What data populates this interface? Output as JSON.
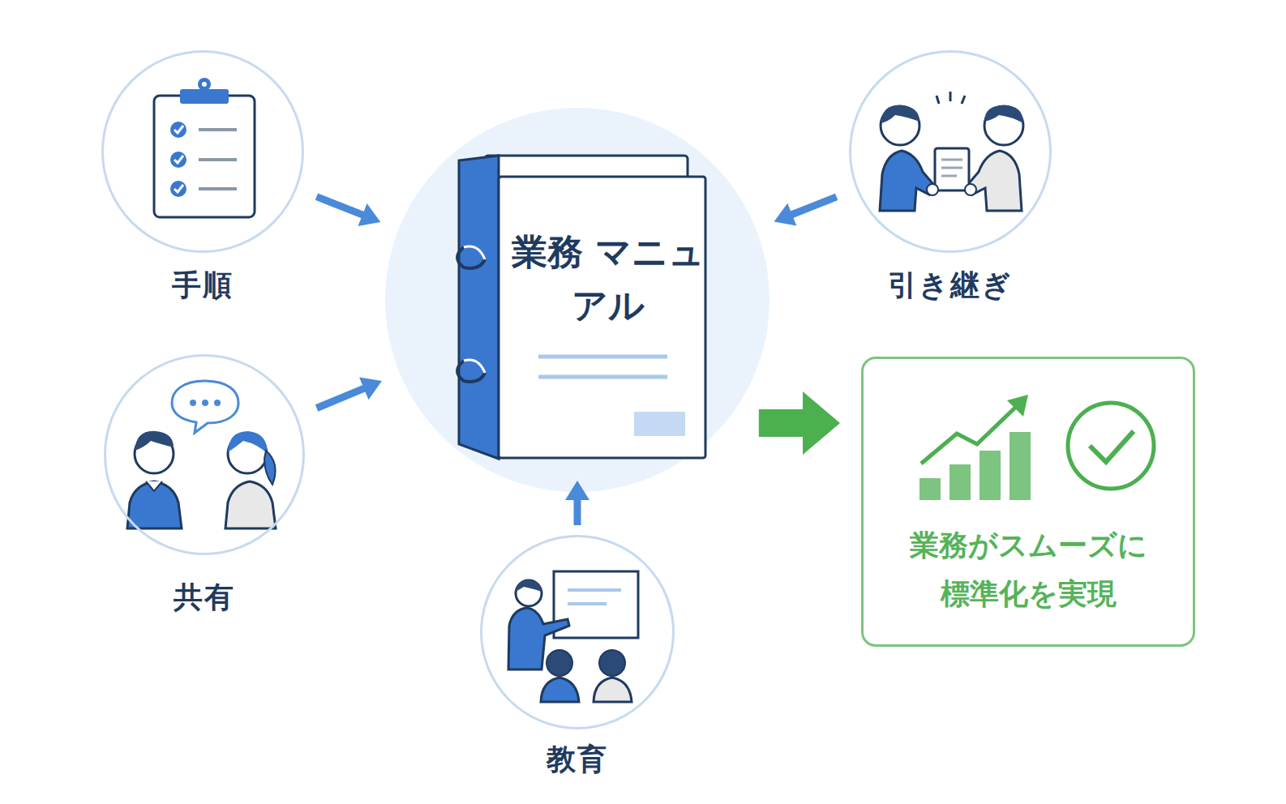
{
  "diagram": {
    "nodes": [
      {
        "text": [
          "手順"
        ]
      },
      {
        "text": [
          "業務 マニュアル"
        ]
      },
      {
        "text": [
          "引き継ぎ"
        ]
      },
      {
        "text": [
          "共有"
        ]
      },
      {
        "text": [
          "業務がスムーズに 標準化を実現"
        ]
      },
      {
        "text": [
          "教育"
        ]
      }
    ],
    "edges": [
      {
        "from": 0,
        "to": 1,
        "arrow": "to"
      },
      {
        "from": 2,
        "to": 1,
        "arrow": "to"
      },
      {
        "from": 3,
        "to": 1,
        "arrow": "to"
      },
      {
        "from": 5,
        "to": 1,
        "arrow": "to"
      },
      {
        "from": 1,
        "to": 4,
        "arrow": "to"
      }
    ]
  }
}
